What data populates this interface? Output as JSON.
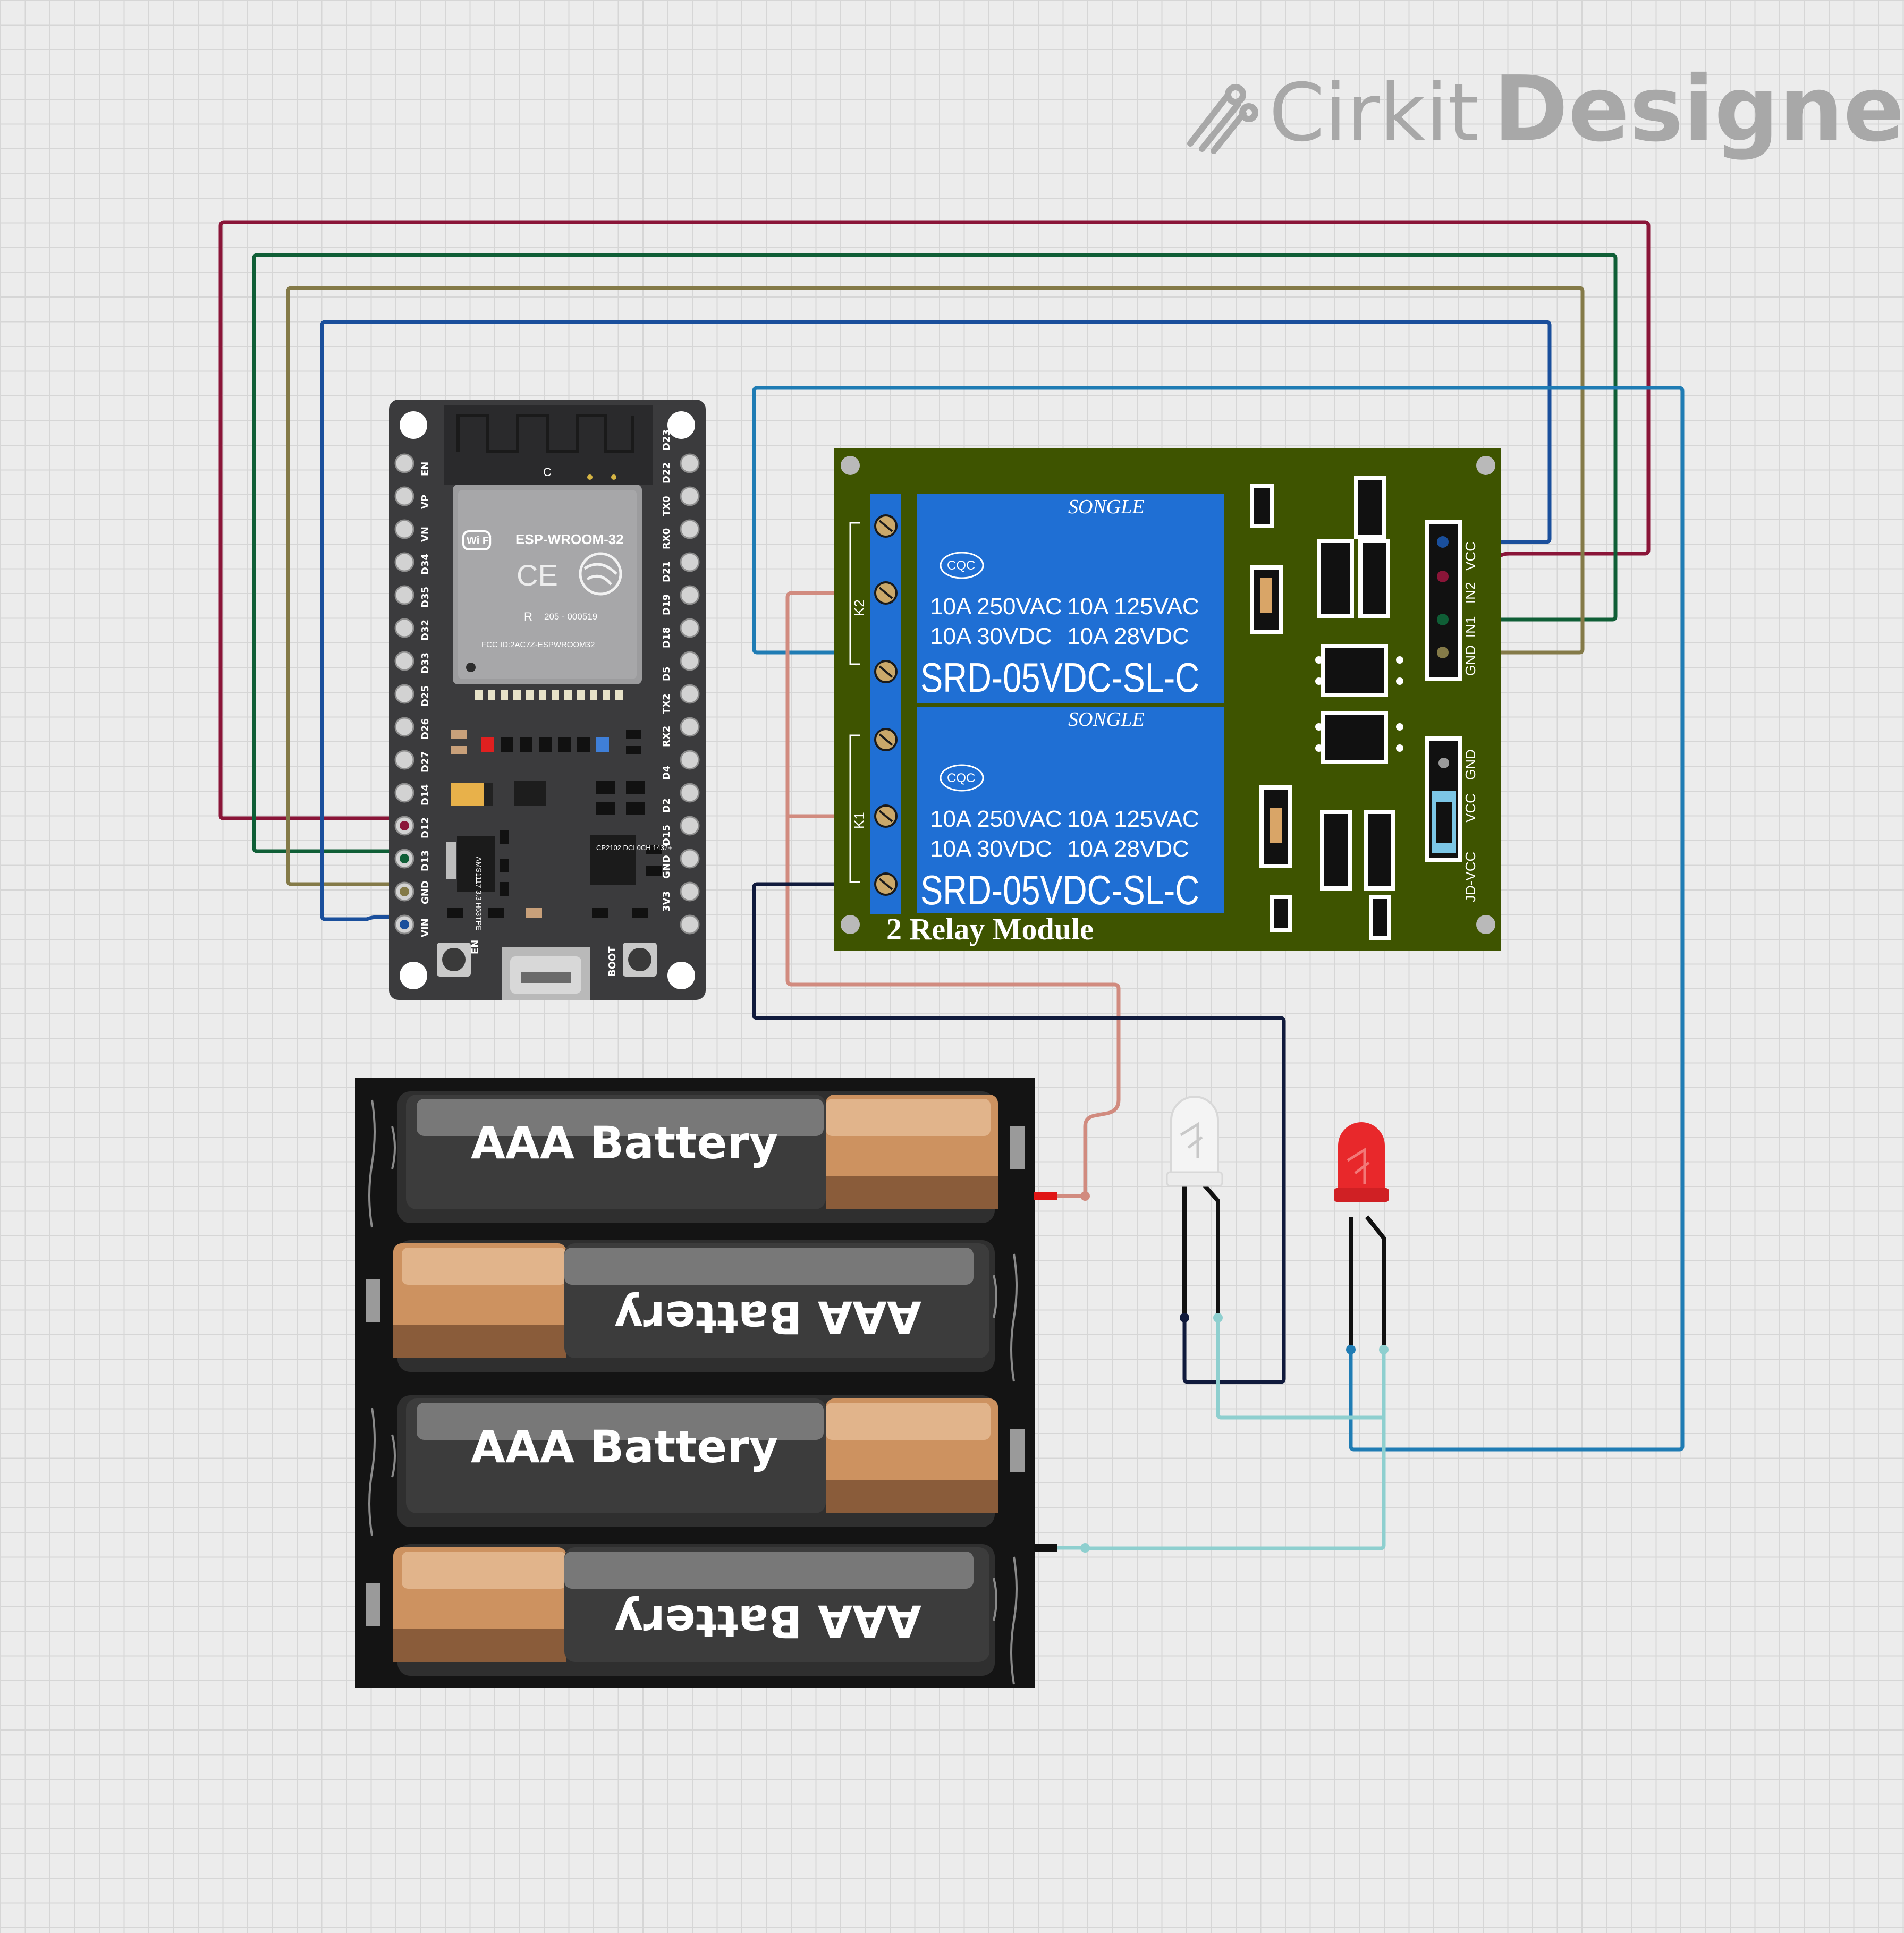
{
  "logo": {
    "brand": "Cirkit",
    "product": "Designer"
  },
  "esp32": {
    "module_name": "ESP-WROOM-32",
    "cert_code": "205 - 000519",
    "fcc": "FCC ID:2AC7Z-ESPWROOM32",
    "wifi": "Wi Fi",
    "ce_mark": "CE",
    "r_mark": "R",
    "left_pins": [
      "EN",
      "VP",
      "VN",
      "D34",
      "D35",
      "D32",
      "D33",
      "D25",
      "D26",
      "D27",
      "D14",
      "D12",
      "D13",
      "GND",
      "VIN"
    ],
    "right_pins": [
      "D23",
      "D22",
      "TX0",
      "RX0",
      "D21",
      "D19",
      "D18",
      "D5",
      "TX2",
      "RX2",
      "D4",
      "D2",
      "D15",
      "GND",
      "3V3"
    ],
    "button_en": "EN",
    "button_boot": "BOOT",
    "regulator": "AMS1117 3.3 H63TPE",
    "usb_chip": "CP2102 DCL0CH 1437+",
    "antenna_mark": "C"
  },
  "relay_module": {
    "title": "2 Relay Module",
    "relays": [
      {
        "brand": "SONGLE",
        "cert": "CQC",
        "rating_left_1": "10A 250VAC",
        "rating_right_1": "10A 125VAC",
        "rating_left_2": "10A 30VDC",
        "rating_right_2": "10A 28VDC",
        "model": "SRD-05VDC-SL-C"
      },
      {
        "brand": "SONGLE",
        "cert": "CQC",
        "rating_left_1": "10A 250VAC",
        "rating_right_1": "10A 125VAC",
        "rating_left_2": "10A 30VDC",
        "rating_right_2": "10A 28VDC",
        "model": "SRD-05VDC-SL-C"
      }
    ],
    "terminal_labels": [
      "K2",
      "K1"
    ],
    "header_pins": [
      "VCC",
      "IN2",
      "IN1",
      "GND"
    ],
    "jumper_pins": [
      "GND",
      "VCC",
      "JD-VCC"
    ]
  },
  "battery_pack": {
    "cells": [
      "AAA Battery",
      "AAA Battery",
      "AAA Battery",
      "AAA Battery"
    ]
  },
  "leds": [
    {
      "color": "white",
      "body_hex": "#f4f4f4"
    },
    {
      "color": "red",
      "body_hex": "#e8282b"
    }
  ],
  "wire_colors": {
    "d12_to_vcc": "#8a1538",
    "d13_to_in1": "#0f5e36",
    "gnd_to_gnd": "#847a48",
    "vin_to_in2": "#1a4f9c",
    "relay_to_red_led": "#1f7cb4",
    "battery_pos": "#d18b7f",
    "relay_to_white_led": "#101a3c",
    "led_cathodes": "#8ecfcf"
  }
}
